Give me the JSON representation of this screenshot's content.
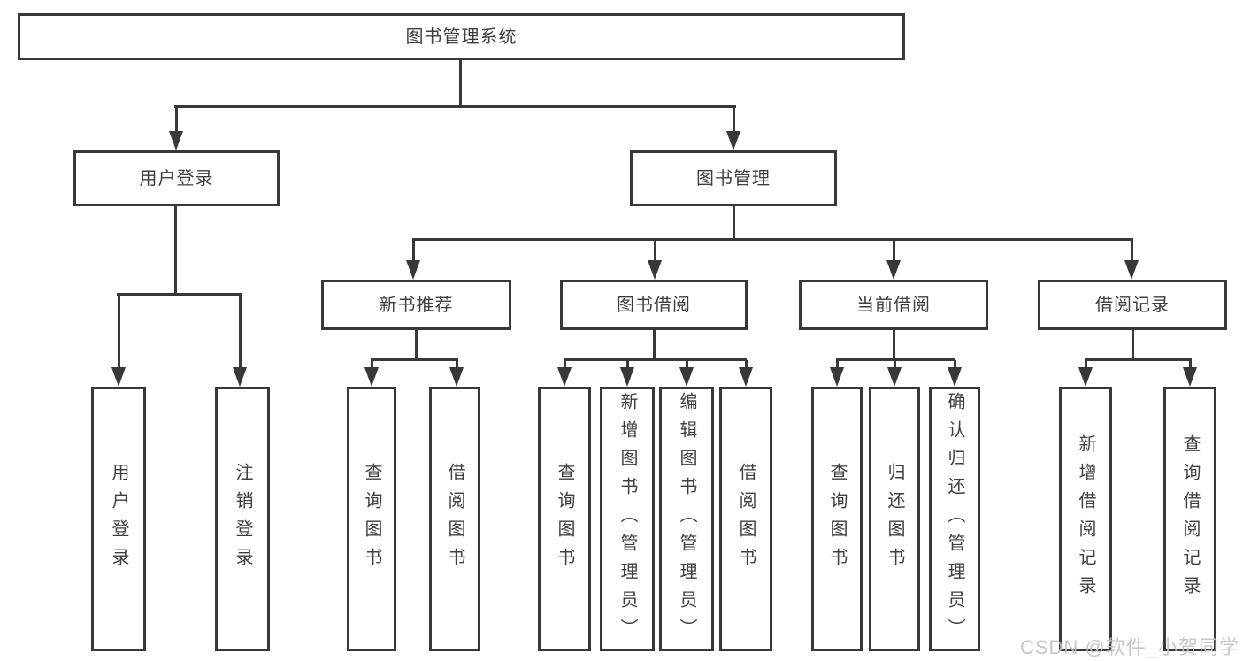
{
  "diagram_title": "图书管理系统",
  "tree": {
    "label": "图书管理系统",
    "children": [
      {
        "label": "用户登录",
        "children": [
          {
            "label": "用户登录"
          },
          {
            "label": "注销登录"
          }
        ]
      },
      {
        "label": "图书管理",
        "children": [
          {
            "label": "新书推荐",
            "children": [
              {
                "label": "查询图书"
              },
              {
                "label": "借阅图书"
              }
            ]
          },
          {
            "label": "图书借阅",
            "children": [
              {
                "label": "查询图书"
              },
              {
                "label": "新增图书（管理员）"
              },
              {
                "label": "编辑图书（管理员）"
              },
              {
                "label": "借阅图书"
              }
            ]
          },
          {
            "label": "当前借阅",
            "children": [
              {
                "label": "查询图书"
              },
              {
                "label": "归还图书"
              },
              {
                "label": "确认归还（管理员）"
              }
            ]
          },
          {
            "label": "借阅记录",
            "children": [
              {
                "label": "新增借阅记录"
              },
              {
                "label": "查询借阅记录"
              }
            ]
          }
        ]
      }
    ]
  },
  "watermark": "CSDN @软件_小贺同学",
  "colors": {
    "line": "#383838",
    "text": "#3f3f3f",
    "background": "#ffffff",
    "watermark": "#c1c1c1"
  }
}
